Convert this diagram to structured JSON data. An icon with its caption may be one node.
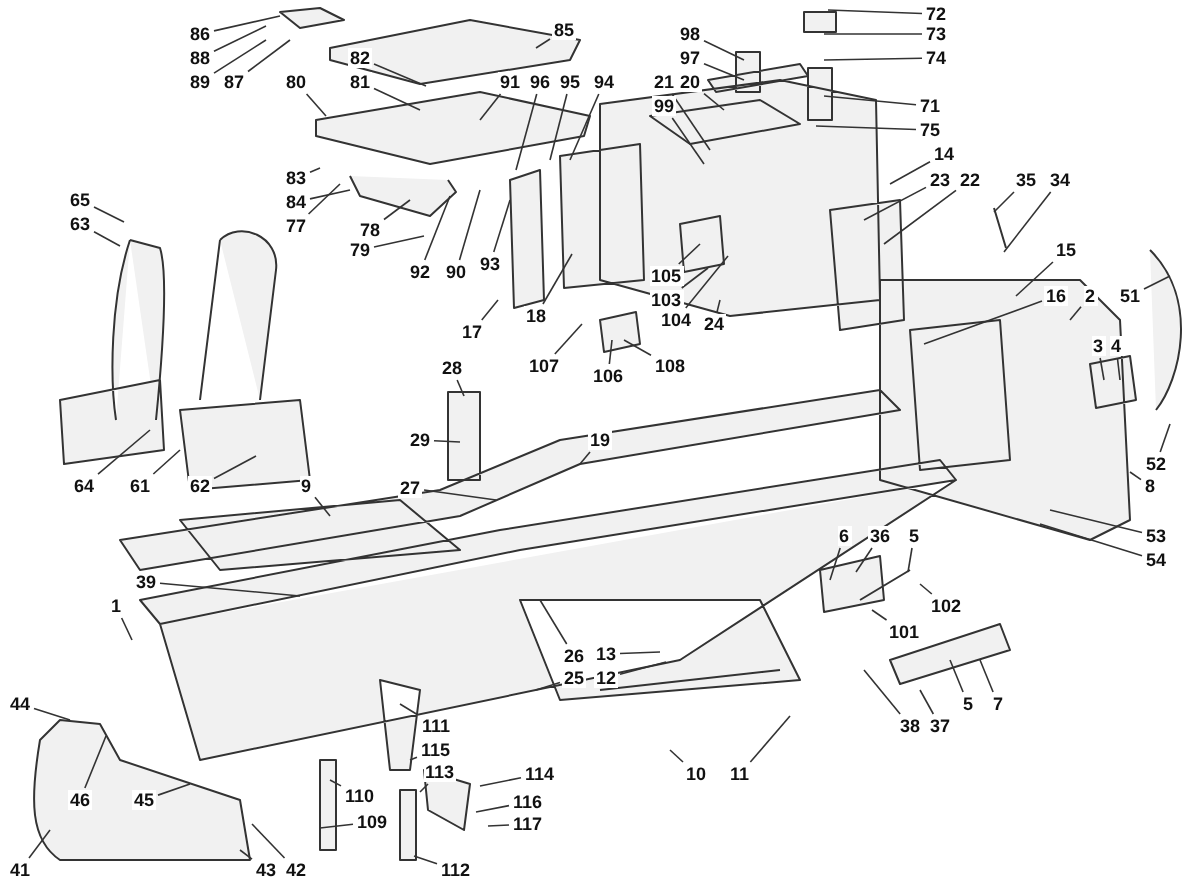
{
  "diagram": {
    "nodes": [
      {
        "text": [
          "86"
        ]
      },
      {
        "text": [
          "88"
        ]
      },
      {
        "text": [
          "89"
        ]
      },
      {
        "text": [
          "87"
        ]
      },
      {
        "text": [
          "82"
        ]
      },
      {
        "text": [
          "85"
        ]
      },
      {
        "text": [
          "80"
        ]
      },
      {
        "text": [
          "81"
        ]
      },
      {
        "text": [
          "91"
        ]
      },
      {
        "text": [
          "96"
        ]
      },
      {
        "text": [
          "95"
        ]
      },
      {
        "text": [
          "94"
        ]
      },
      {
        "text": [
          "83"
        ]
      },
      {
        "text": [
          "84"
        ]
      },
      {
        "text": [
          "77"
        ]
      },
      {
        "text": [
          "78"
        ]
      },
      {
        "text": [
          "79"
        ]
      },
      {
        "text": [
          "92"
        ]
      },
      {
        "text": [
          "90"
        ]
      },
      {
        "text": [
          "93"
        ]
      },
      {
        "text": [
          "98"
        ]
      },
      {
        "text": [
          "97"
        ]
      },
      {
        "text": [
          "72"
        ]
      },
      {
        "text": [
          "73"
        ]
      },
      {
        "text": [
          "74"
        ]
      },
      {
        "text": [
          "71"
        ]
      },
      {
        "text": [
          "75"
        ]
      },
      {
        "text": [
          "21"
        ]
      },
      {
        "text": [
          "20"
        ]
      },
      {
        "text": [
          "99"
        ]
      },
      {
        "text": [
          "14"
        ]
      },
      {
        "text": [
          "23"
        ]
      },
      {
        "text": [
          "22"
        ]
      },
      {
        "text": [
          "35"
        ]
      },
      {
        "text": [
          "34"
        ]
      },
      {
        "text": [
          "65"
        ]
      },
      {
        "text": [
          "63"
        ]
      },
      {
        "text": [
          "17"
        ]
      },
      {
        "text": [
          "18"
        ]
      },
      {
        "text": [
          "105"
        ]
      },
      {
        "text": [
          "103"
        ]
      },
      {
        "text": [
          "104"
        ]
      },
      {
        "text": [
          "24"
        ]
      },
      {
        "text": [
          "107"
        ]
      },
      {
        "text": [
          "106"
        ]
      },
      {
        "text": [
          "108"
        ]
      },
      {
        "text": [
          "15"
        ]
      },
      {
        "text": [
          "16"
        ]
      },
      {
        "text": [
          "2"
        ]
      },
      {
        "text": [
          "3"
        ]
      },
      {
        "text": [
          "4"
        ]
      },
      {
        "text": [
          "51"
        ]
      },
      {
        "text": [
          "28"
        ]
      },
      {
        "text": [
          "29"
        ]
      },
      {
        "text": [
          "19"
        ]
      },
      {
        "text": [
          "27"
        ]
      },
      {
        "text": [
          "9"
        ]
      },
      {
        "text": [
          "64"
        ]
      },
      {
        "text": [
          "61"
        ]
      },
      {
        "text": [
          "62"
        ]
      },
      {
        "text": [
          "6"
        ]
      },
      {
        "text": [
          "36"
        ]
      },
      {
        "text": [
          "5"
        ]
      },
      {
        "text": [
          "53"
        ]
      },
      {
        "text": [
          "54"
        ]
      },
      {
        "text": [
          "8"
        ]
      },
      {
        "text": [
          "52"
        ]
      },
      {
        "text": [
          "39"
        ]
      },
      {
        "text": [
          "1"
        ]
      },
      {
        "text": [
          "26"
        ]
      },
      {
        "text": [
          "13"
        ]
      },
      {
        "text": [
          "12"
        ]
      },
      {
        "text": [
          "102"
        ]
      },
      {
        "text": [
          "101"
        ]
      },
      {
        "text": [
          "25"
        ]
      },
      {
        "text": [
          "111"
        ]
      },
      {
        "text": [
          "115"
        ]
      },
      {
        "text": [
          "110"
        ]
      },
      {
        "text": [
          "109"
        ]
      },
      {
        "text": [
          "113"
        ]
      },
      {
        "text": [
          "114"
        ]
      },
      {
        "text": [
          "116"
        ]
      },
      {
        "text": [
          "117"
        ]
      },
      {
        "text": [
          "112"
        ]
      },
      {
        "text": [
          "10"
        ]
      },
      {
        "text": [
          "11"
        ]
      },
      {
        "text": [
          "38"
        ]
      },
      {
        "text": [
          "37"
        ]
      },
      {
        "text": [
          "5"
        ]
      },
      {
        "text": [
          "7"
        ]
      },
      {
        "text": [
          "44"
        ]
      },
      {
        "text": [
          "46"
        ]
      },
      {
        "text": [
          "45"
        ]
      },
      {
        "text": [
          "43"
        ]
      },
      {
        "text": [
          "42"
        ]
      },
      {
        "text": [
          "41"
        ]
      }
    ],
    "edges": [
      {
        "from": 0,
        "to": null,
        "arrow": "none"
      },
      {
        "from": 1,
        "to": null,
        "arrow": "none"
      },
      {
        "from": 2,
        "to": null,
        "arrow": "none"
      },
      {
        "from": 3,
        "to": null,
        "arrow": "none"
      },
      {
        "from": 4,
        "to": null,
        "arrow": "none"
      },
      {
        "from": 5,
        "to": null,
        "arrow": "none"
      },
      {
        "from": 6,
        "to": null,
        "arrow": "none"
      },
      {
        "from": 7,
        "to": null,
        "arrow": "none"
      },
      {
        "from": 8,
        "to": null,
        "arrow": "none"
      },
      {
        "from": 9,
        "to": null,
        "arrow": "none"
      },
      {
        "from": 10,
        "to": null,
        "arrow": "none"
      },
      {
        "from": 11,
        "to": null,
        "arrow": "none"
      },
      {
        "from": 12,
        "to": null,
        "arrow": "none"
      },
      {
        "from": 13,
        "to": null,
        "arrow": "none"
      },
      {
        "from": 14,
        "to": null,
        "arrow": "none"
      },
      {
        "from": 15,
        "to": null,
        "arrow": "none"
      },
      {
        "from": 16,
        "to": null,
        "arrow": "none"
      },
      {
        "from": 17,
        "to": null,
        "arrow": "none"
      },
      {
        "from": 18,
        "to": null,
        "arrow": "none"
      },
      {
        "from": 19,
        "to": null,
        "arrow": "none"
      },
      {
        "from": 20,
        "to": null,
        "arrow": "none"
      },
      {
        "from": 21,
        "to": null,
        "arrow": "none"
      },
      {
        "from": 22,
        "to": null,
        "arrow": "none"
      },
      {
        "from": 23,
        "to": null,
        "arrow": "none"
      },
      {
        "from": 24,
        "to": null,
        "arrow": "none"
      },
      {
        "from": 25,
        "to": null,
        "arrow": "none"
      },
      {
        "from": 26,
        "to": null,
        "arrow": "none"
      },
      {
        "from": 27,
        "to": null,
        "arrow": "none"
      },
      {
        "from": 28,
        "to": null,
        "arrow": "none"
      },
      {
        "from": 29,
        "to": null,
        "arrow": "none"
      },
      {
        "from": 30,
        "to": null,
        "arrow": "none"
      },
      {
        "from": 31,
        "to": null,
        "arrow": "none"
      },
      {
        "from": 32,
        "to": null,
        "arrow": "none"
      },
      {
        "from": 33,
        "to": null,
        "arrow": "none"
      },
      {
        "from": 34,
        "to": null,
        "arrow": "none"
      },
      {
        "from": 35,
        "to": null,
        "arrow": "none"
      },
      {
        "from": 36,
        "to": null,
        "arrow": "none"
      },
      {
        "from": 37,
        "to": null,
        "arrow": "none"
      },
      {
        "from": 38,
        "to": null,
        "arrow": "none"
      },
      {
        "from": 39,
        "to": null,
        "arrow": "none"
      },
      {
        "from": 40,
        "to": null,
        "arrow": "none"
      },
      {
        "from": 41,
        "to": null,
        "arrow": "none"
      },
      {
        "from": 42,
        "to": null,
        "arrow": "none"
      },
      {
        "from": 43,
        "to": null,
        "arrow": "none"
      },
      {
        "from": 44,
        "to": null,
        "arrow": "none"
      },
      {
        "from": 45,
        "to": null,
        "arrow": "none"
      },
      {
        "from": 46,
        "to": null,
        "arrow": "none"
      },
      {
        "from": 47,
        "to": null,
        "arrow": "none"
      },
      {
        "from": 48,
        "to": null,
        "arrow": "none"
      },
      {
        "from": 49,
        "to": null,
        "arrow": "none"
      },
      {
        "from": 50,
        "to": null,
        "arrow": "none"
      },
      {
        "from": 51,
        "to": null,
        "arrow": "none"
      },
      {
        "from": 52,
        "to": null,
        "arrow": "none"
      },
      {
        "from": 53,
        "to": null,
        "arrow": "none"
      },
      {
        "from": 54,
        "to": null,
        "arrow": "none"
      },
      {
        "from": 55,
        "to": null,
        "arrow": "none"
      },
      {
        "from": 56,
        "to": null,
        "arrow": "none"
      },
      {
        "from": 57,
        "to": null,
        "arrow": "none"
      },
      {
        "from": 58,
        "to": null,
        "arrow": "none"
      },
      {
        "from": 59,
        "to": null,
        "arrow": "none"
      },
      {
        "from": 60,
        "to": null,
        "arrow": "none"
      },
      {
        "from": 61,
        "to": null,
        "arrow": "none"
      },
      {
        "from": 62,
        "to": null,
        "arrow": "none"
      },
      {
        "from": 63,
        "to": null,
        "arrow": "none"
      },
      {
        "from": 64,
        "to": null,
        "arrow": "none"
      },
      {
        "from": 65,
        "to": null,
        "arrow": "none"
      },
      {
        "from": 66,
        "to": null,
        "arrow": "none"
      },
      {
        "from": 67,
        "to": null,
        "arrow": "none"
      },
      {
        "from": 68,
        "to": null,
        "arrow": "none"
      },
      {
        "from": 69,
        "to": null,
        "arrow": "none"
      },
      {
        "from": 70,
        "to": null,
        "arrow": "none"
      },
      {
        "from": 71,
        "to": null,
        "arrow": "none"
      },
      {
        "from": 72,
        "to": null,
        "arrow": "none"
      },
      {
        "from": 73,
        "to": null,
        "arrow": "none"
      },
      {
        "from": 74,
        "to": null,
        "arrow": "none"
      },
      {
        "from": 75,
        "to": null,
        "arrow": "none"
      },
      {
        "from": 76,
        "to": null,
        "arrow": "none"
      },
      {
        "from": 77,
        "to": null,
        "arrow": "none"
      },
      {
        "from": 78,
        "to": null,
        "arrow": "none"
      },
      {
        "from": 79,
        "to": null,
        "arrow": "none"
      },
      {
        "from": 80,
        "to": null,
        "arrow": "none"
      },
      {
        "from": 81,
        "to": null,
        "arrow": "none"
      },
      {
        "from": 82,
        "to": null,
        "arrow": "none"
      },
      {
        "from": 83,
        "to": null,
        "arrow": "none"
      },
      {
        "from": 84,
        "to": null,
        "arrow": "none"
      },
      {
        "from": 85,
        "to": null,
        "arrow": "none"
      },
      {
        "from": 86,
        "to": null,
        "arrow": "none"
      },
      {
        "from": 87,
        "to": null,
        "arrow": "none"
      },
      {
        "from": 88,
        "to": null,
        "arrow": "none"
      },
      {
        "from": 89,
        "to": null,
        "arrow": "none"
      },
      {
        "from": 90,
        "to": null,
        "arrow": "none"
      },
      {
        "from": 91,
        "to": null,
        "arrow": "none"
      },
      {
        "from": 92,
        "to": null,
        "arrow": "none"
      },
      {
        "from": 93,
        "to": null,
        "arrow": "none"
      },
      {
        "from": 94,
        "to": null,
        "arrow": "none"
      },
      {
        "from": 95,
        "to": null,
        "arrow": "none"
      }
    ]
  }
}
